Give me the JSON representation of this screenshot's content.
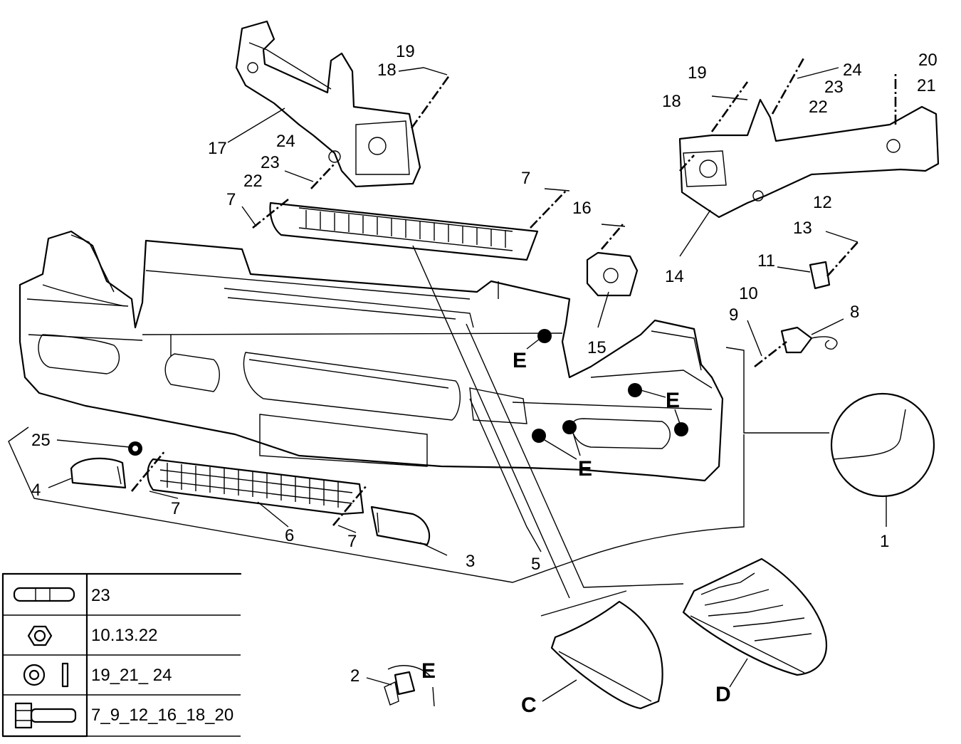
{
  "callouts": {
    "c1": "1",
    "c2": "2",
    "c3": "3",
    "c4": "4",
    "c5": "5",
    "c6": "6",
    "c7": "7",
    "c8": "8",
    "c9": "9",
    "c10": "10",
    "c11": "11",
    "c12": "12",
    "c13": "13",
    "c14": "14",
    "c15": "15",
    "c16": "16",
    "c17": "17",
    "c18": "18",
    "c19": "19",
    "c20": "20",
    "c21": "21",
    "c22": "22",
    "c23": "23",
    "c24": "24",
    "c25": "25"
  },
  "detail_letters": {
    "C": "C",
    "D": "D",
    "E": "E"
  },
  "legend": {
    "rows": [
      {
        "icon": "plug-icon",
        "text": "23"
      },
      {
        "icon": "nut-icon",
        "text": "10.13.22"
      },
      {
        "icon": "washer-icon",
        "text": "19_21_ 24"
      },
      {
        "icon": "bolt-icon",
        "text": "7_9_12_16_18_20"
      }
    ]
  }
}
